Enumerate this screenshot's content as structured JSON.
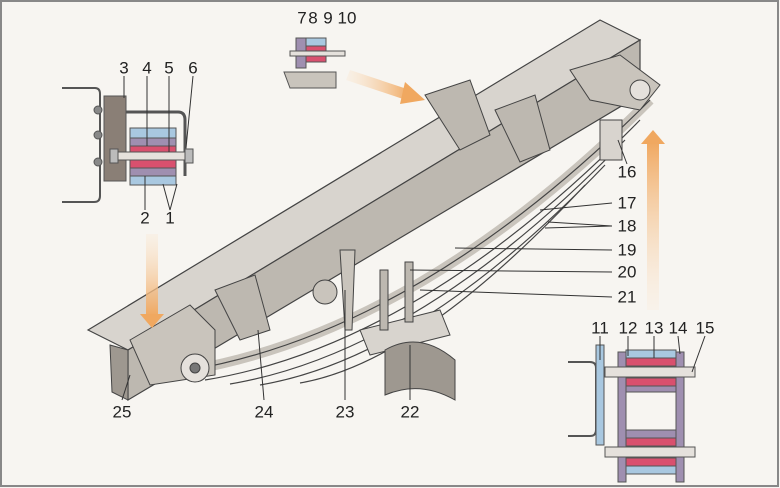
{
  "title": "Leaf spring rear suspension assembly",
  "colors": {
    "bushing_red": "#d9506e",
    "bushing_blue": "#a9c8e0",
    "bushing_purple": "#9f8fb0",
    "arrow": "#f0a860",
    "metal": "#bdb8b0"
  },
  "callouts": [
    {
      "id": "1",
      "text": "1"
    },
    {
      "id": "2",
      "text": "2"
    },
    {
      "id": "3",
      "text": "3"
    },
    {
      "id": "4",
      "text": "4"
    },
    {
      "id": "5",
      "text": "5"
    },
    {
      "id": "6",
      "text": "6"
    },
    {
      "id": "7",
      "text": "7"
    },
    {
      "id": "8",
      "text": "8"
    },
    {
      "id": "9",
      "text": "9"
    },
    {
      "id": "10",
      "text": "10"
    },
    {
      "id": "11",
      "text": "11"
    },
    {
      "id": "12",
      "text": "12"
    },
    {
      "id": "13",
      "text": "13"
    },
    {
      "id": "14",
      "text": "14"
    },
    {
      "id": "15",
      "text": "15"
    },
    {
      "id": "16",
      "text": "16"
    },
    {
      "id": "17",
      "text": "17"
    },
    {
      "id": "18",
      "text": "18"
    },
    {
      "id": "19",
      "text": "19"
    },
    {
      "id": "20",
      "text": "20"
    },
    {
      "id": "21",
      "text": "21"
    },
    {
      "id": "22",
      "text": "22"
    },
    {
      "id": "23",
      "text": "23"
    },
    {
      "id": "24",
      "text": "24"
    },
    {
      "id": "25",
      "text": "25"
    }
  ]
}
